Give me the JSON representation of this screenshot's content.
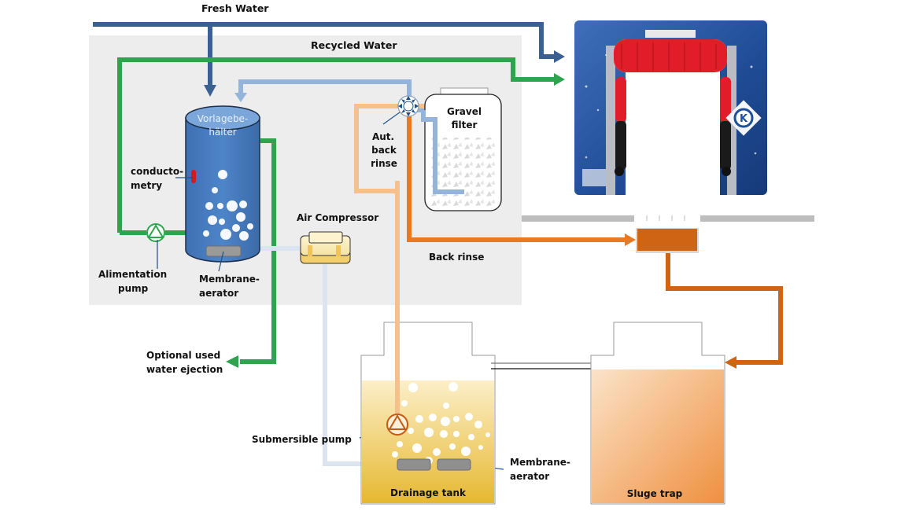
{
  "title": "Water recycling system for vehicle wash",
  "colors": {
    "fresh_water": "#3b6193",
    "recycled_water": "#2ea44f",
    "air": "#dbe5f2",
    "light_blue_pipe": "#94b4dc",
    "light_orange_pipe": "#f6c08c",
    "orange_pipe": "#ea7a22",
    "dark_orange_pipe": "#cf6414",
    "panel_bg": "#ededed",
    "tank_blue": "#4a7fc2",
    "drainage_fill": "#f0c040",
    "sludge_fill": "#f0a060"
  },
  "labels": {
    "fresh_water": "Fresh Water",
    "recycled_water": "Recycled Water",
    "tank_name_line1": "Vorlagebe-",
    "tank_name_line2": "hälter",
    "conductometry_line1": "conducto-",
    "conductometry_line2": "metry",
    "alimentation_pump_line1": "Alimentation",
    "alimentation_pump_line2": "pump",
    "membrane_aerator_line1": "Membrane-",
    "membrane_aerator_line2": "aerator",
    "air_compressor": "Air Compressor",
    "aut_back_rinse_line1": "Aut.",
    "aut_back_rinse_line2": "back",
    "aut_back_rinse_line3": "rinse",
    "gravel_filter_line1": "Gravel",
    "gravel_filter_line2": "filter",
    "back_rinse": "Back rinse",
    "optional_ejection_line1": "Optional used",
    "optional_ejection_line2": "water ejection",
    "submersible_pump": "Submersible pump",
    "drainage_tank": "Drainage tank",
    "membrane_aerator2_line1": "Membrane-",
    "membrane_aerator2_line2": "aerator",
    "sludge_trap": "Sluge trap"
  },
  "icons": {
    "wash_machine": "car-wash-gantry-icon",
    "pump": "pump-icon",
    "valve": "multiport-valve-icon"
  }
}
